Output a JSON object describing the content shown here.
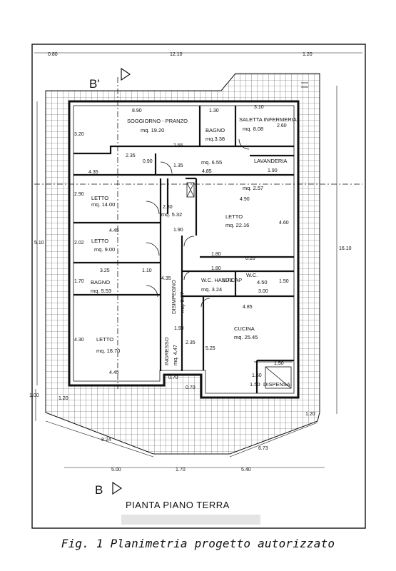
{
  "caption": "Fig. 1 Planimetria progetto autorizzato",
  "plan_title": "PIANTA PIANO TERRA",
  "section_labels": {
    "top": "B'",
    "bottom": "B"
  },
  "rooms": [
    {
      "name": "SOGGIORNO - PRANZO",
      "area": "mq. 19.20"
    },
    {
      "name": "BAGNO",
      "area": "mq.3.38"
    },
    {
      "name": "SALETTA INFERMERIA",
      "area": "mq. 8.08"
    },
    {
      "name": "LAVANDERIA",
      "area": ""
    },
    {
      "name": "",
      "area": "mq. 6.55"
    },
    {
      "name": "",
      "area": "mq. 2.57"
    },
    {
      "name": "LETTO",
      "area": "mq. 14.00"
    },
    {
      "name": "",
      "area": "mq. 5.32"
    },
    {
      "name": "LETTO",
      "area": "mq. 22.16"
    },
    {
      "name": "LETTO",
      "area": "mq. 9.00"
    },
    {
      "name": "BAGNO",
      "area": "mq. 5.53"
    },
    {
      "name": "W.C. HANDICAP",
      "area": "mq. 3.24"
    },
    {
      "name": "W.C.",
      "area": "4.50"
    },
    {
      "name": "DISIMPEGNO",
      "area": "mq. 8.27"
    },
    {
      "name": "LETTO",
      "area": "mq. 18.70"
    },
    {
      "name": "INGRESSO",
      "area": "mq. 4.47"
    },
    {
      "name": "CUCINA",
      "area": "mq. 25.45"
    },
    {
      "name": "DISPENSA",
      "area": "1.50"
    }
  ],
  "dimensions": [
    "0.80",
    "12.10",
    "1.20",
    "16.10",
    "5.10",
    "1.00",
    "1.20",
    "1.20",
    "8.24",
    "6.73",
    "5.00",
    "1.70",
    "5.40",
    "8.90",
    "1.30",
    "3.10",
    "3.20",
    "2.60",
    "2.55",
    "2.35",
    "0.90",
    "1.35",
    "4.85",
    "1.90",
    "4.35",
    "4.90",
    "2.90",
    "2.80",
    "1.90",
    "4.45",
    "2.02",
    "4.60",
    "1.80",
    "0.20",
    "1.80",
    "3.25",
    "1.10",
    "1.70",
    "1.70",
    "1.50",
    "3.00",
    "4.35",
    "4.85",
    "4.30",
    "1.90",
    "2.35",
    "5.25",
    "1.50",
    "4.45",
    "0.70",
    "0.70",
    "1.50"
  ]
}
